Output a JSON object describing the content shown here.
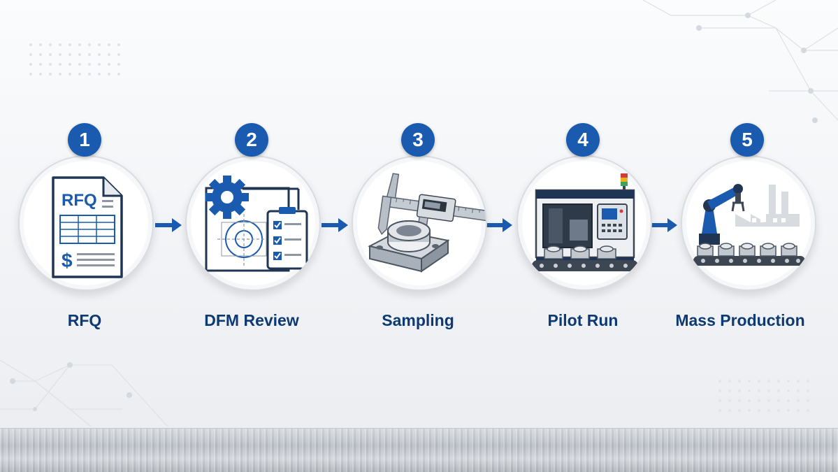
{
  "steps": [
    {
      "number": "1",
      "label": "RFQ",
      "icon_text": "RFQ",
      "icon": "rfq-document-icon"
    },
    {
      "number": "2",
      "label": "DFM Review",
      "icon": "dfm-review-icon"
    },
    {
      "number": "3",
      "label": "Sampling",
      "icon": "caliper-measurement-icon"
    },
    {
      "number": "4",
      "label": "Pilot Run",
      "icon": "cnc-machine-icon"
    },
    {
      "number": "5",
      "label": "Mass Production",
      "icon": "robot-factory-icon"
    }
  ],
  "colors": {
    "accent": "#1a5bb0",
    "label": "#0e3a73",
    "dark": "#1f3553",
    "steel": "#9aa3ad"
  }
}
